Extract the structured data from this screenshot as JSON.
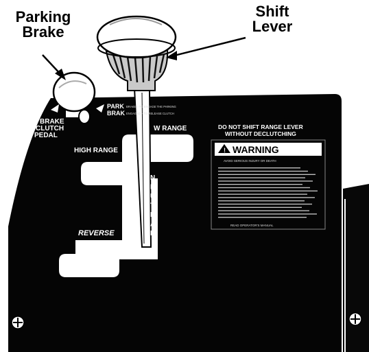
{
  "callouts": {
    "parking_brake": [
      "Parking",
      "Brake"
    ],
    "shift_lever": [
      "Shift",
      "Lever"
    ]
  },
  "plate": {
    "pedal_label": [
      "BRAKE",
      "CLUTCH",
      "PEDAL"
    ],
    "parking_brake_label": [
      "PARK",
      "BRAK"
    ],
    "parking_brake_fine_print": [
      "BRAKE – TO ENGAGE THE PARKING",
      "ENGAGED – TO RELEASE CLUTCH"
    ],
    "low_range": "W RANGE",
    "high_range": "HIGH RANGE",
    "neutral": "NEUTRAL",
    "reverse": "REVERSE",
    "shift_notice": [
      "DO NOT SHIFT RANGE LEVER",
      "WITHOUT DECLUTCHING"
    ],
    "warning_title": "WARNING",
    "warning_icon": "warning-triangle-icon",
    "warning_subtitle": "AVOID SERIOUS INJURY OR DEATH",
    "warning_footer": "READ OPERATOR'S MANUAL",
    "screw_icon": "screw-head-icon"
  }
}
